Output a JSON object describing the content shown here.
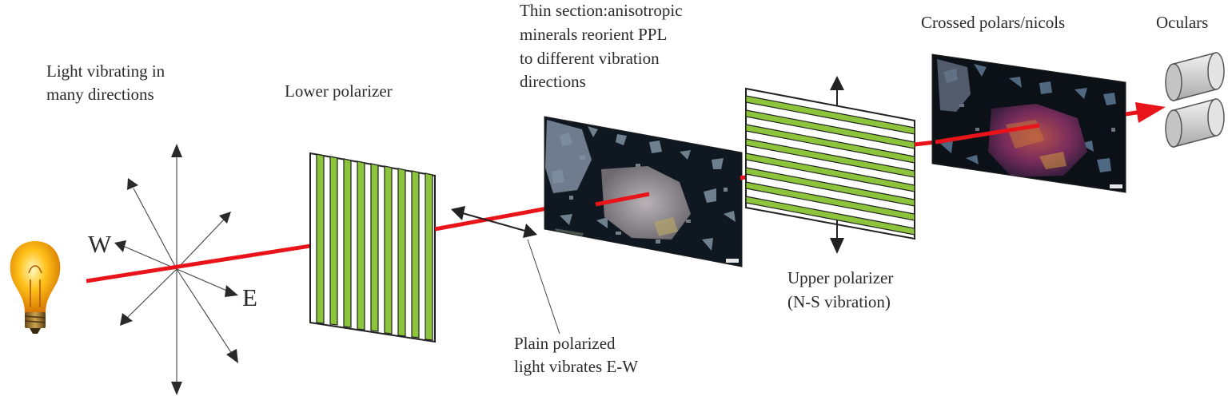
{
  "labels": {
    "light_many_directions": [
      "Light vibrating in",
      "many directions"
    ],
    "lower_polarizer": "Lower polarizer",
    "thin_section": [
      "Thin section:anisotropic",
      "minerals reorient PPL",
      "to different vibration",
      "directions"
    ],
    "crossed_polars": "Crossed polars/nicols",
    "oculars": "Oculars",
    "plain_polarized": [
      "Plain polarized",
      "light vibrates E-W"
    ],
    "upper_polarizer": [
      "Upper polarizer",
      "(N-S vibration)"
    ],
    "west": "W",
    "east": "E"
  },
  "colors": {
    "beam": "#e8141a",
    "polarizer_stripe": "#8cc43c",
    "outline": "#222222",
    "text": "#2b2b2b",
    "ocular": "#d9d9d9"
  },
  "icons": {
    "light_source": "light-bulb-icon",
    "oculars": "ocular-lens-icon"
  }
}
